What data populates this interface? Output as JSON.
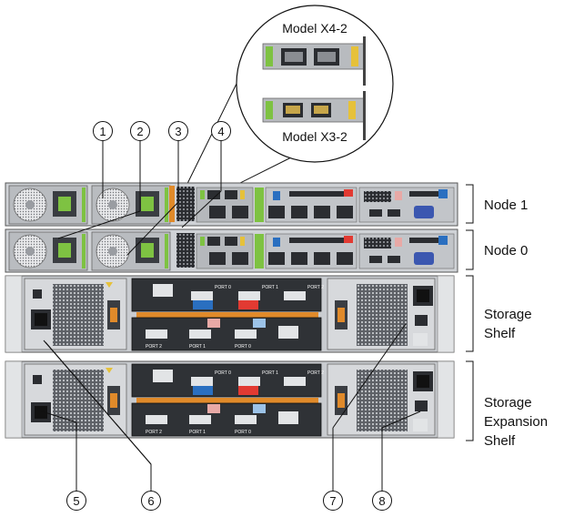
{
  "inset": {
    "model_top": "Model X4-2",
    "model_bottom": "Model X3-2"
  },
  "side_labels": {
    "node1": "Node 1",
    "node0": "Node 0",
    "storage_shelf_line1": "Storage",
    "storage_shelf_line2": "Shelf",
    "expansion_line1": "Storage",
    "expansion_line2": "Expansion",
    "expansion_line3": "Shelf"
  },
  "callouts": {
    "c1": "1",
    "c2": "2",
    "c3": "3",
    "c4": "4",
    "c5": "5",
    "c6": "6",
    "c7": "7",
    "c8": "8"
  },
  "port_labels": {
    "port0": "PORT 0",
    "port1": "PORT 1",
    "port2": "PORT 2"
  },
  "colors": {
    "chassis": "#cfd2d6",
    "chassis_dark": "#3a3d42",
    "psu_grey": "#b9bcc0",
    "orange_handle": "#e08a2a",
    "green_led": "#7ec242",
    "port_blue": "#2a6fc0",
    "port_red": "#e23a32",
    "port_pink": "#e8a9a6",
    "port_lightblue": "#9cc3e8",
    "vga_blue": "#3b57b0"
  }
}
